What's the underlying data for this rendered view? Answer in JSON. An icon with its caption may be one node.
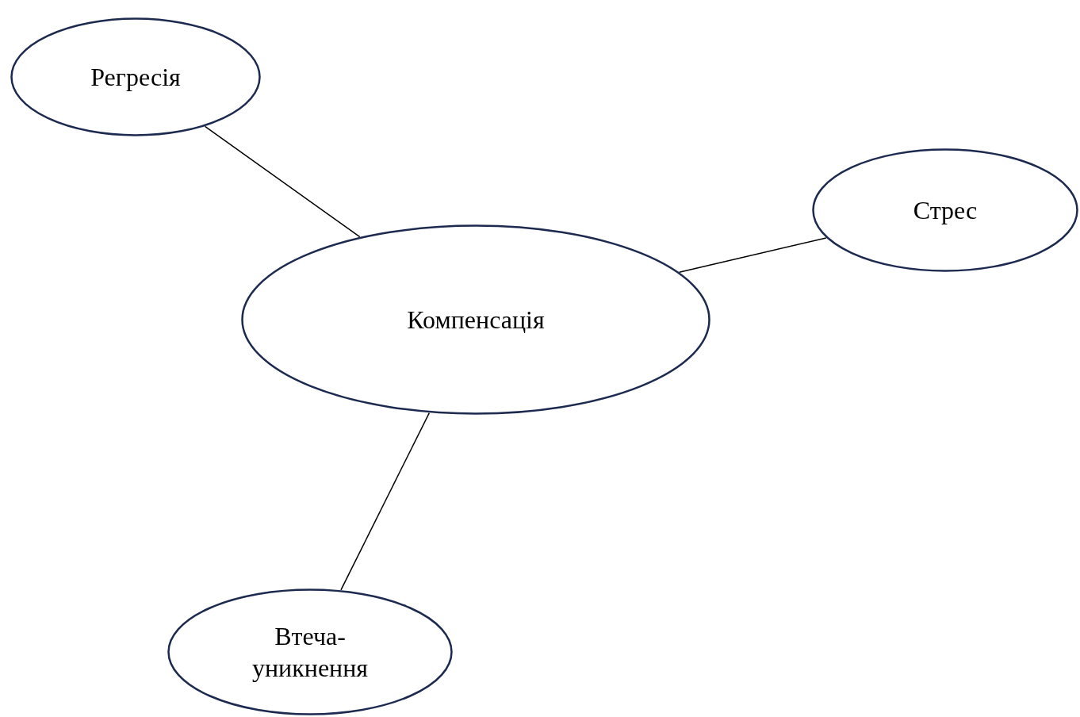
{
  "diagram": {
    "nodes": [
      {
        "text": [
          "Регресія"
        ]
      },
      {
        "text": [
          "Стрес"
        ]
      },
      {
        "text": [
          "Компенсація"
        ]
      },
      {
        "text": [
          "Втеча- уникнення"
        ]
      }
    ],
    "edges": [
      {
        "from": 0,
        "to": 2,
        "arrow": "none"
      },
      {
        "from": 1,
        "to": 2,
        "arrow": "none"
      },
      {
        "from": 2,
        "to": 3,
        "arrow": "none"
      }
    ]
  }
}
